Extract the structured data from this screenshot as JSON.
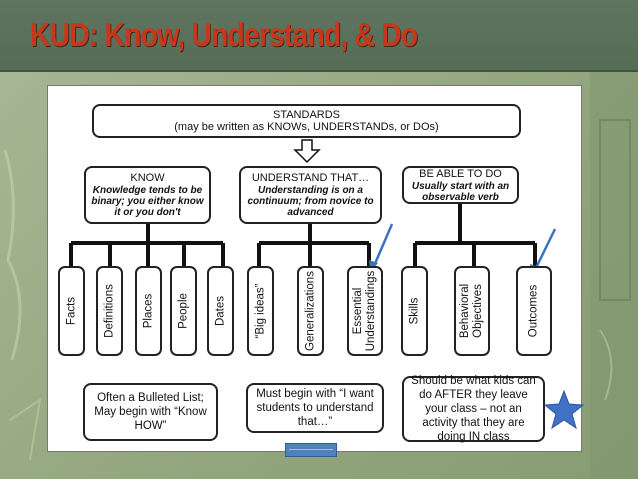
{
  "slide": {
    "title": "KUD: Know, Understand, & Do",
    "colors": {
      "title": "#c8371c",
      "background": "#97aa83",
      "arrow": "#3a73c4",
      "star": "#3f72c4"
    }
  },
  "diagram": {
    "standards": {
      "heading": "STANDARDS",
      "subtitle": "(may be written as KNOWs, UNDERSTANDs, or DOs)"
    },
    "know": {
      "heading": "KNOW",
      "description": "Knowledge tends to be binary; you either know it or you don't",
      "items": [
        "Facts",
        "Definitions",
        "Places",
        "People",
        "Dates"
      ],
      "note": "Often a Bulleted List; May begin with “Know HOW”"
    },
    "understand": {
      "heading": "UNDERSTAND THAT…",
      "description": "Understanding is on a continuum; from novice to advanced",
      "items": [
        "“Big ideas”",
        "Generalizations",
        "Essential Understandings"
      ],
      "note": "Must begin with “I want students to understand that…”"
    },
    "do": {
      "heading": "BE ABLE TO DO",
      "description": "Usually start with an observable verb",
      "items": [
        "Skills",
        "Behavioral Objectives",
        "Outcomes"
      ],
      "note": "Should be what kids can do AFTER they leave your class – not an activity that they are doing IN class"
    },
    "icons": [
      "down-arrow-icon",
      "blue-arrow-icon",
      "star-icon"
    ]
  }
}
